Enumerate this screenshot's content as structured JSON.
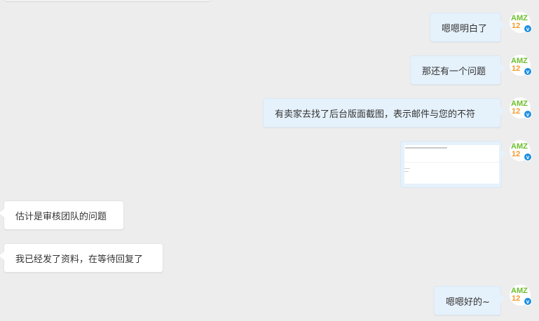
{
  "conversation": {
    "messages": [
      {
        "direction": "outgoing",
        "type": "text",
        "text": "嗯嗯明白了"
      },
      {
        "direction": "outgoing",
        "type": "text",
        "text": "那还有一个问题"
      },
      {
        "direction": "outgoing",
        "type": "text",
        "text": "有卖家去找了后台版面截图，表示邮件与您的不符"
      },
      {
        "direction": "outgoing",
        "type": "image",
        "alt": "screenshot-thumbnail"
      },
      {
        "direction": "incoming",
        "type": "text",
        "text": "估计是审核团队的问题"
      },
      {
        "direction": "incoming",
        "type": "text",
        "text": "我已经发了资料，在等待回复了"
      },
      {
        "direction": "outgoing",
        "type": "text",
        "text": "嗯嗯好的~"
      }
    ],
    "avatar": {
      "line1": "AMZ",
      "line2": "12",
      "badge": "v",
      "colors": {
        "line1": "#6cbf2b",
        "line2": "#f39a2b",
        "badge": "#1e8fe1"
      }
    }
  },
  "colors": {
    "background": "#ededed",
    "outgoing_bubble": "#e5f1fb",
    "incoming_bubble": "#ffffff",
    "text": "#333333"
  }
}
